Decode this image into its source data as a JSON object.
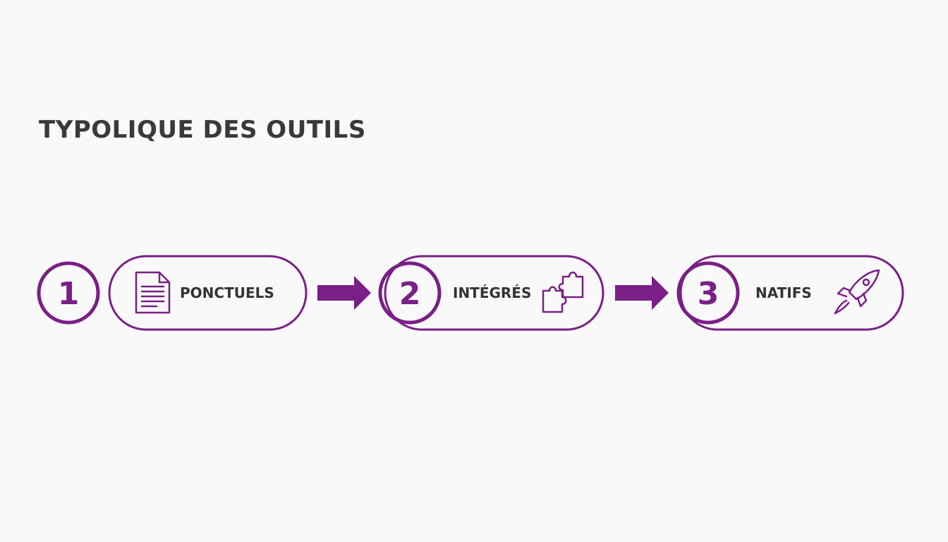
{
  "title": "TYPOLIQUE DES OUTILS",
  "colors": {
    "accent": "#7a1f86",
    "text": "#333333",
    "background": "#f9f9fa"
  },
  "steps": [
    {
      "number": "1",
      "label": "PONCTUELS",
      "icon": "document-icon"
    },
    {
      "number": "2",
      "label": "INTÉGRÉS",
      "icon": "puzzle-icon"
    },
    {
      "number": "3",
      "label": "NATIFS",
      "icon": "rocket-icon"
    }
  ]
}
